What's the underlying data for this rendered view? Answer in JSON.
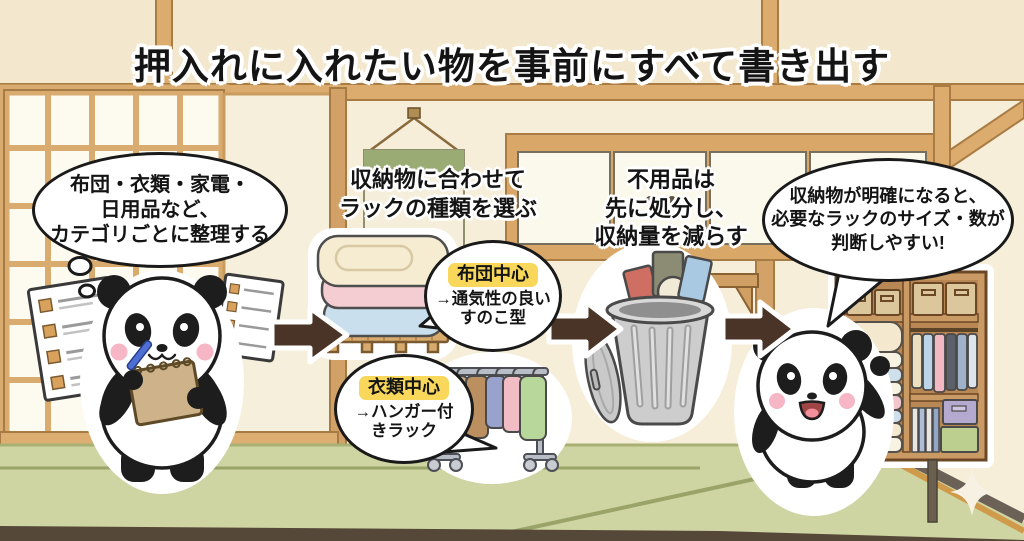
{
  "title": "押入れに入れたい物を事前にすべて書き出す",
  "steps": {
    "organize": "布団・衣類・家電・\n日用品など、\nカテゴリごとに整理する",
    "choose_rack": "収納物に合わせて\nラックの種類を選ぶ",
    "dispose": "不用品は\n先に処分し、\n収納量を減らす",
    "result": "収納物が明確になると、\n必要なラックのサイズ・数が\n判断しやすい!"
  },
  "callouts": {
    "futon": {
      "tag": "布団中心",
      "body": "→通気性の良い\nすのこ型"
    },
    "clothing": {
      "tag": "衣類中心",
      "body": "→ハンガー付\nきラック"
    }
  },
  "colors": {
    "arrow_brown": "#4a3427",
    "highlight_yellow": "#f8d75a",
    "wall_cream": "#f6eed9",
    "wood_tan": "#d9a768",
    "tatami_green": "#cfd5a2"
  }
}
